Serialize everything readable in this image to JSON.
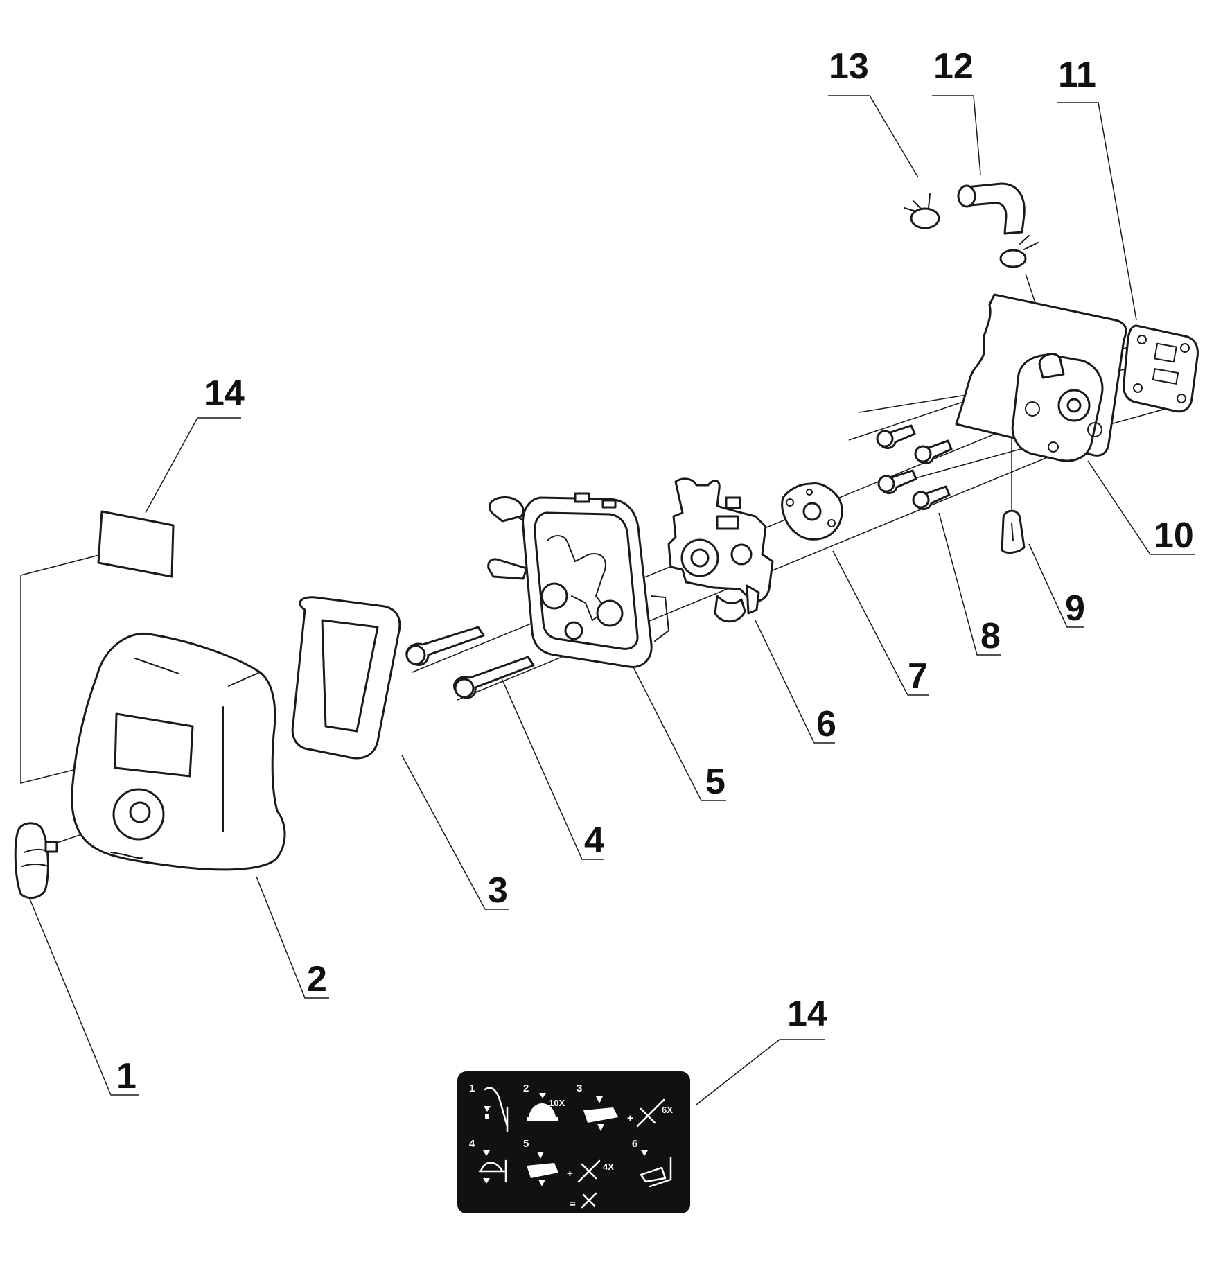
{
  "diagram": {
    "callouts": [
      {
        "id": "1",
        "label": "1"
      },
      {
        "id": "2",
        "label": "2"
      },
      {
        "id": "3",
        "label": "3"
      },
      {
        "id": "4",
        "label": "4"
      },
      {
        "id": "5",
        "label": "5"
      },
      {
        "id": "6",
        "label": "6"
      },
      {
        "id": "7",
        "label": "7"
      },
      {
        "id": "8",
        "label": "8"
      },
      {
        "id": "9",
        "label": "9"
      },
      {
        "id": "10",
        "label": "10"
      },
      {
        "id": "11",
        "label": "11"
      },
      {
        "id": "12",
        "label": "12"
      },
      {
        "id": "13",
        "label": "13"
      },
      {
        "id": "14a",
        "label": "14"
      },
      {
        "id": "14b",
        "label": "14"
      }
    ],
    "decal": {
      "background": "#111111",
      "steps": [
        {
          "num": "1"
        },
        {
          "num": "2",
          "repeat": "10X"
        },
        {
          "num": "3",
          "repeat": "6X"
        },
        {
          "num": "4"
        },
        {
          "num": "5",
          "repeat": "4X"
        },
        {
          "num": "6"
        }
      ],
      "plus": "+",
      "equals": "="
    }
  }
}
